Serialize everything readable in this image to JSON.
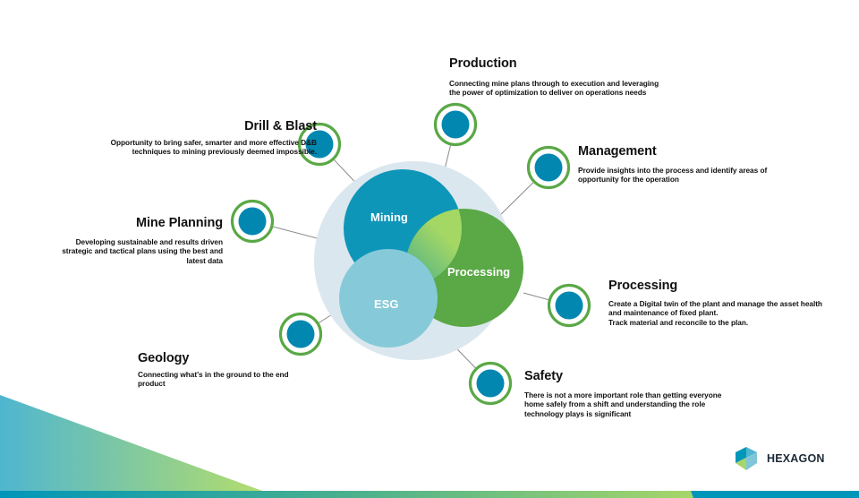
{
  "colors": {
    "mining": "#0e96b9",
    "processing": "#5aa846",
    "esg": "#86cad9",
    "halo": "#dbe7ee",
    "node_ring": "#5aa846",
    "node_fill": "#0288b0",
    "connector": "#8a8a8a",
    "bar_blue": "#0096b9",
    "bar_green": "#a8d86a"
  },
  "venn": {
    "mining_label": "Mining",
    "processing_label": "Processing",
    "esg_label": "ESG"
  },
  "nodes": [
    {
      "id": "production",
      "title": "Production",
      "icon": "node-circle-icon",
      "lines": [
        "Connecting mine plans through to execution and leveraging",
        "the power of optimization to deliver on operations needs"
      ]
    },
    {
      "id": "drill-blast",
      "title": "Drill & Blast",
      "icon": "node-circle-icon",
      "lines": [
        "Opportunity to bring safer, smarter and more effective D&B",
        "techniques to mining previously deemed impossible."
      ]
    },
    {
      "id": "mine-planning",
      "title": "Mine Planning",
      "icon": "node-circle-icon",
      "lines": [
        "Developing sustainable and results driven",
        "strategic and tactical plans using the best and",
        "latest data"
      ]
    },
    {
      "id": "management",
      "title": "Management",
      "icon": "node-circle-icon",
      "lines": [
        "Provide insights into the process and identify areas of",
        "opportunity for the operation"
      ]
    },
    {
      "id": "processing",
      "title": "Processing",
      "icon": "node-circle-icon",
      "lines": [
        "Create a Digital twin of the plant and manage the asset health",
        "and maintenance of fixed plant.",
        "Track material and reconcile to the plan."
      ]
    },
    {
      "id": "geology",
      "title": "Geology",
      "icon": "node-circle-icon",
      "lines": [
        "Connecting what's in the ground to the end",
        "product"
      ]
    },
    {
      "id": "safety",
      "title": "Safety",
      "icon": "node-circle-icon",
      "lines": [
        "There is not a more important role than getting everyone",
        "home safely from a shift and understanding the role",
        "technology plays is significant"
      ]
    }
  ],
  "brand": {
    "name": "HEXAGON",
    "icon": "hexagon-logo-icon"
  }
}
